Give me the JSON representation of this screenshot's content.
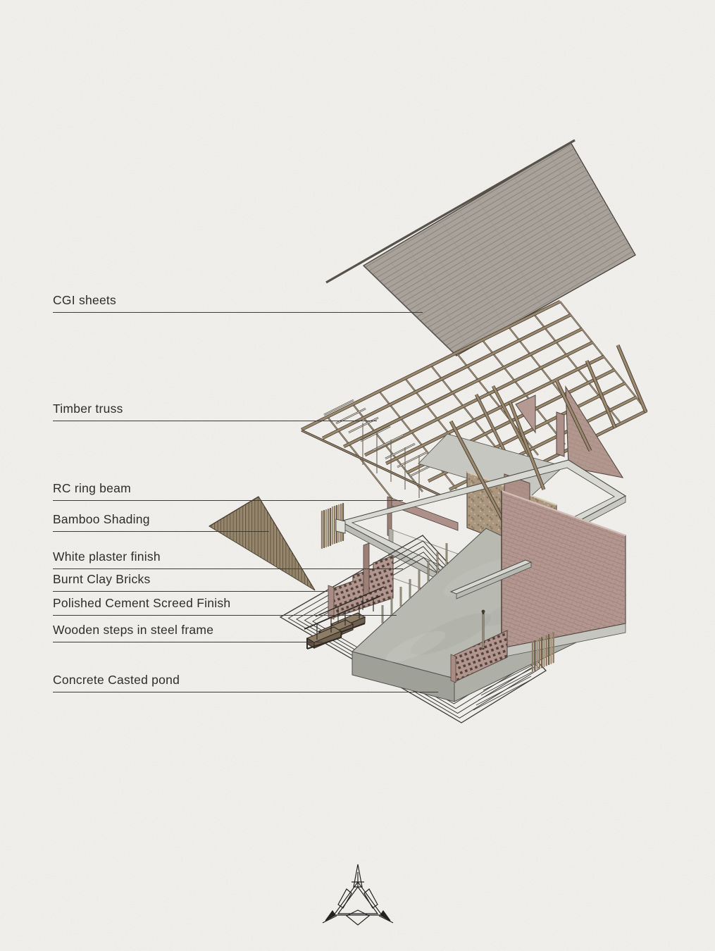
{
  "annotations": {
    "labels": [
      {
        "text": "CGI sheets"
      },
      {
        "text": "Timber truss"
      },
      {
        "text": "RC ring beam"
      },
      {
        "text": "Bamboo Shading"
      },
      {
        "text": "White plaster finish"
      },
      {
        "text": "Burnt Clay Bricks"
      },
      {
        "text": "Polished Cement Screed Finish"
      },
      {
        "text": "Wooden steps in steel frame"
      },
      {
        "text": "Concrete Casted pond"
      }
    ]
  },
  "palette": {
    "paper": "#f2f1ee",
    "roof_gray": "#a8a29a",
    "timber_tan": "#9b896f",
    "brick_mauve": "#b2968f",
    "stone_tan": "#ab9780",
    "concrete_gray": "#b8b9b1",
    "wood_brown": "#8d7c66",
    "line_dark": "#3c3c3c"
  }
}
